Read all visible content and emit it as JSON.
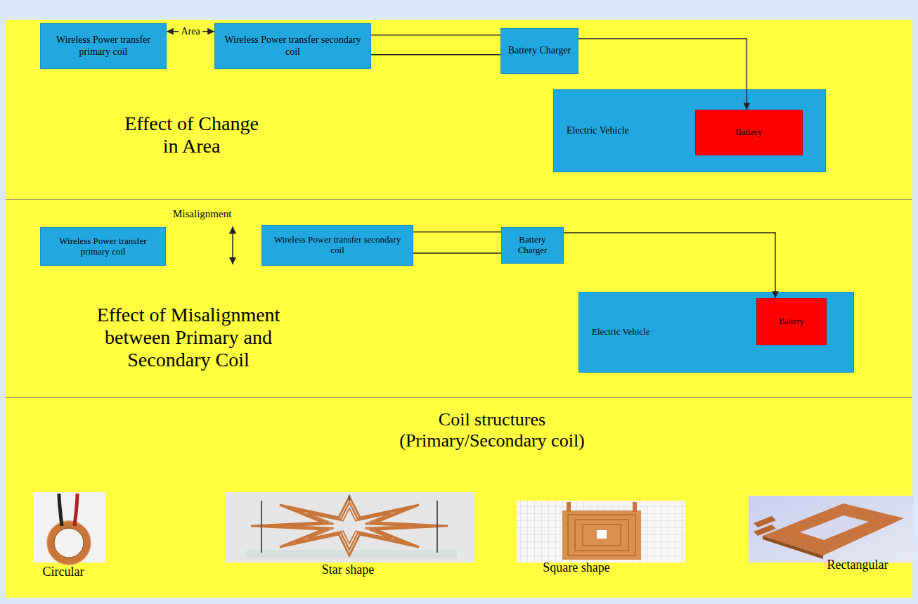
{
  "diagram": {
    "nodes": [
      {
        "text": [
          "Wireless Power transfer primary coil"
        ]
      },
      {
        "text": [
          "Wireless Power transfer secondary coil"
        ]
      },
      {
        "text": [
          "Battery Charger"
        ]
      },
      {
        "text": [
          "Electric Vehicle"
        ]
      },
      {
        "text": [
          "Battery"
        ],
        "in": 3
      },
      {
        "text": [
          "Wireless Power transfer primary coil"
        ]
      },
      {
        "text": [
          "Wireless Power transfer secondary coil"
        ]
      },
      {
        "text": [
          "Battery Charger"
        ]
      },
      {
        "text": [
          "Electric Vehicle"
        ]
      },
      {
        "text": [
          "Battery"
        ],
        "in": 8
      }
    ],
    "edges": [
      {
        "from": 0,
        "to": 1,
        "arrow": "both",
        "label": "Area"
      },
      {
        "from": 1,
        "to": 2,
        "arrow": "none"
      },
      {
        "from": 1,
        "to": 2,
        "arrow": "none"
      },
      {
        "from": 2,
        "to": 4,
        "arrow": "to"
      },
      {
        "from": 6,
        "to": 7,
        "arrow": "none"
      },
      {
        "from": 6,
        "to": 7,
        "arrow": "none"
      },
      {
        "from": 7,
        "to": 9,
        "arrow": "to"
      }
    ],
    "labels": [
      "Effect of Change in Area",
      "Misalignment",
      "Effect of Misalignment between Primary and Secondary Coil",
      "Coil structures (Primary/Secondary coil)",
      "Circular",
      "Star shape",
      "Square shape",
      "Rectangular"
    ]
  }
}
